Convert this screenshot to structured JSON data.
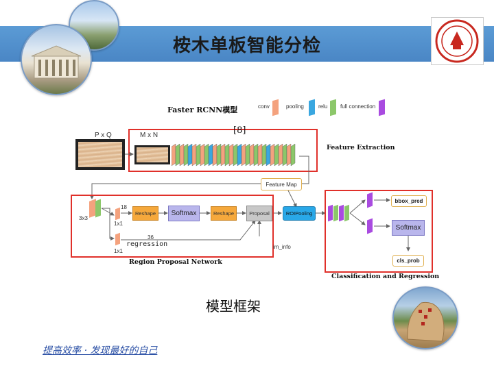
{
  "slide": {
    "title": "桉木单板智能分检",
    "subtitle": "模型框架",
    "footer": "提高效率 · 发现最好的自己"
  },
  "diagram": {
    "title": "Faster RCNN模型",
    "legend": [
      {
        "label": "conv",
        "color": "#f4a27e"
      },
      {
        "label": "pooling",
        "color": "#3aa7e0"
      },
      {
        "label": "relu",
        "color": "#8cc76a"
      },
      {
        "label": "full connection",
        "color": "#a94be0"
      }
    ],
    "citation": "[8]",
    "input_label": "P x Q",
    "resized_label": "M x N",
    "feature_extraction": "Feature Extraction",
    "feature_map": "Feature Map",
    "rpn": {
      "title": "Region Proposal Network",
      "kernel3": "3x3",
      "kernel1a": "1x1",
      "kernel1b": "1x1",
      "ch18": "18",
      "ch36": "36",
      "reshape": "Reshape",
      "softmax": "Softmax",
      "reshape2": "Reshape",
      "proposal": "Proposal",
      "regression": "regression",
      "im_info": "im_info"
    },
    "roi": "ROIPooling",
    "head": {
      "title": "Classification and Regression",
      "bbox": "bbox_pred",
      "softmax": "Softmax",
      "cls": "cls_prob"
    }
  }
}
